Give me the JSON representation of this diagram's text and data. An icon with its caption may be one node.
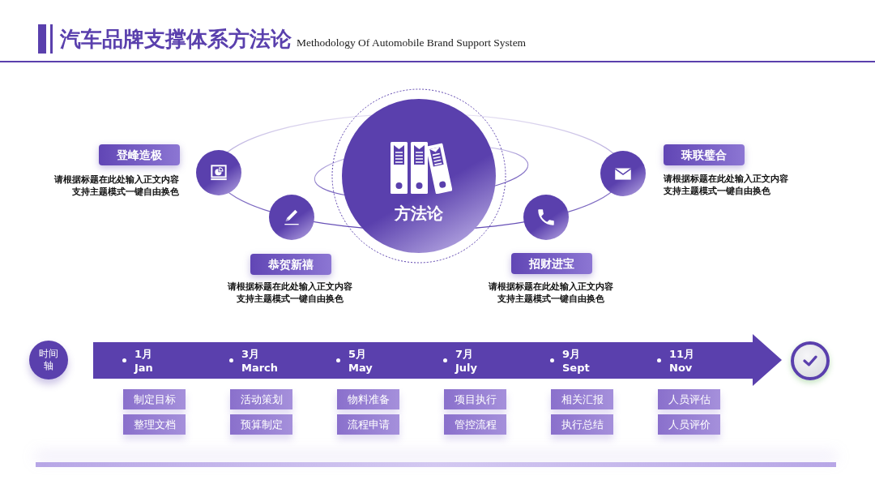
{
  "diagram": {
    "title": "汽车品牌支撑体系方法论",
    "nodes": [
      {
        "text": [
          "方法论"
        ]
      },
      {
        "text": [
          "登峰造极"
        ],
        "beside": [
          "请根据标题在此处输入正文内容支持主题模式一键自由换色"
        ]
      },
      {
        "text": [],
        "shape": "circle"
      },
      {
        "text": [],
        "shape": "circle"
      },
      {
        "text": [
          "珠联璧合"
        ],
        "beside": [
          "请根据标题在此处输入正文内容支持主题模式一键自由换色"
        ]
      },
      {
        "text": [],
        "shape": "circle"
      },
      {
        "text": [],
        "shape": "circle"
      },
      {
        "text": [
          "恭贺新禧"
        ],
        "beside": [
          "请根据标题在此处输入正文内容支持主题模式一键自由换色"
        ]
      },
      {
        "text": [
          "招财进宝"
        ],
        "beside": [
          "请根据标题在此处输入正文内容支持主题模式一键自由换色"
        ]
      },
      {
        "text": [
          "时间轴"
        ]
      },
      {
        "text": [
          "1月 Jan",
          "3月 March",
          "5月 May",
          "7月 July",
          "9月 Sept",
          "11月 Nov"
        ]
      },
      {
        "text": [],
        "shape": "circle"
      },
      {
        "text": [
          "制定目标"
        ]
      },
      {
        "text": [
          "活动策划"
        ]
      },
      {
        "text": [
          "物料准备"
        ]
      },
      {
        "text": [
          "项目执行"
        ]
      },
      {
        "text": [
          "相关汇报"
        ]
      },
      {
        "text": [
          "人员评估"
        ]
      },
      {
        "text": [
          "整理文档"
        ]
      },
      {
        "text": [
          "预算制定"
        ]
      },
      {
        "text": [
          "流程申请"
        ]
      },
      {
        "text": [
          "管控流程"
        ]
      },
      {
        "text": [
          "执行总结"
        ]
      },
      {
        "text": [
          "人员评价"
        ]
      }
    ],
    "labels": [
      "Methodology Of Automobile Brand Support System"
    ]
  }
}
